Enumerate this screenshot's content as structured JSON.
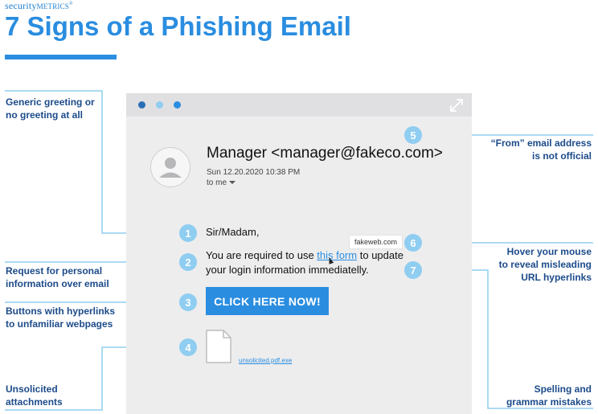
{
  "brand": {
    "name_lower": "security",
    "name_upper": "METRICS",
    "mark": "®"
  },
  "title": "7 Signs of a Phishing Email",
  "email": {
    "sender": "Manager <manager@fakeco.com>",
    "date": "Sun 12.20.2020 10:38 PM",
    "to": "to me",
    "greeting": "Sir/Madam,",
    "body_line1_pre": "You are required to use ",
    "body_link": "this form",
    "body_line1_post": " to update",
    "body_line2": "your login information immediatelly.",
    "tooltip": "fakeweb.com",
    "button": "CLICK HERE NOW!",
    "attachment": "unsolicited.pdf.exe"
  },
  "markers": [
    "1",
    "2",
    "3",
    "4",
    "5",
    "6",
    "7"
  ],
  "callouts": {
    "generic_greeting": [
      "Generic greeting or",
      "no greeting at all"
    ],
    "personal_info": [
      "Request for personal",
      "information over email"
    ],
    "buttons": [
      "Buttons with hyperlinks",
      "to unfamiliar webpages"
    ],
    "attachments": [
      "Unsolicited",
      "attachments"
    ],
    "from_address": [
      "“From” email address",
      "is not official"
    ],
    "hover": [
      "Hover your mouse",
      "to reveal misleading",
      "URL hyperlinks"
    ],
    "spelling": [
      "Spelling and",
      "grammar mistakes"
    ]
  },
  "colors": {
    "accent": "#2a8de0",
    "marker": "#8fcdf1",
    "label": "#1c4b8a",
    "window": "#ededee"
  }
}
